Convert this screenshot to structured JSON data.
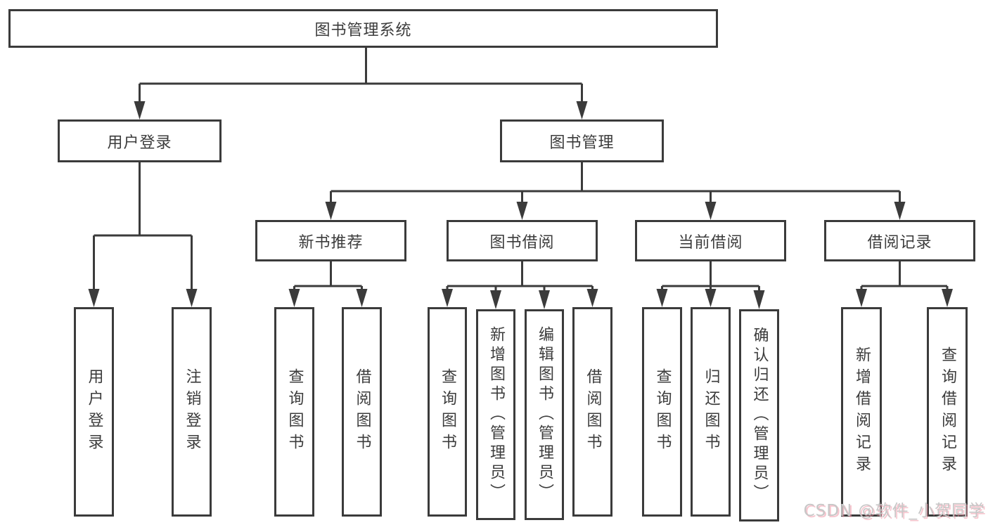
{
  "colors": {
    "line": "#3b3b3b",
    "box_border": "#3b3b3b",
    "text": "#3c3c3c",
    "background": "#ffffff",
    "watermark_text": "#c7c7c7",
    "watermark_shadow": "#f096a5"
  },
  "tree": {
    "label": "图书管理系统",
    "children": [
      {
        "label": "用户登录",
        "children": [
          {
            "label": "用户登录"
          },
          {
            "label": "注销登录"
          }
        ]
      },
      {
        "label": "图书管理",
        "children": [
          {
            "label": "新书推荐",
            "children": [
              {
                "label": "查询图书"
              },
              {
                "label": "借阅图书"
              }
            ]
          },
          {
            "label": "图书借阅",
            "children": [
              {
                "label": "查询图书"
              },
              {
                "label": "新增图书（管理员）"
              },
              {
                "label": "编辑图书（管理员）"
              },
              {
                "label": "借阅图书"
              }
            ]
          },
          {
            "label": "当前借阅",
            "children": [
              {
                "label": "查询图书"
              },
              {
                "label": "归还图书"
              },
              {
                "label": "确认归还（管理员）"
              }
            ]
          },
          {
            "label": "借阅记录",
            "children": [
              {
                "label": "新增借阅记录"
              },
              {
                "label": "查询借阅记录"
              }
            ]
          }
        ]
      }
    ]
  },
  "watermark": {
    "text": "CSDN @软件_小贺同学"
  }
}
